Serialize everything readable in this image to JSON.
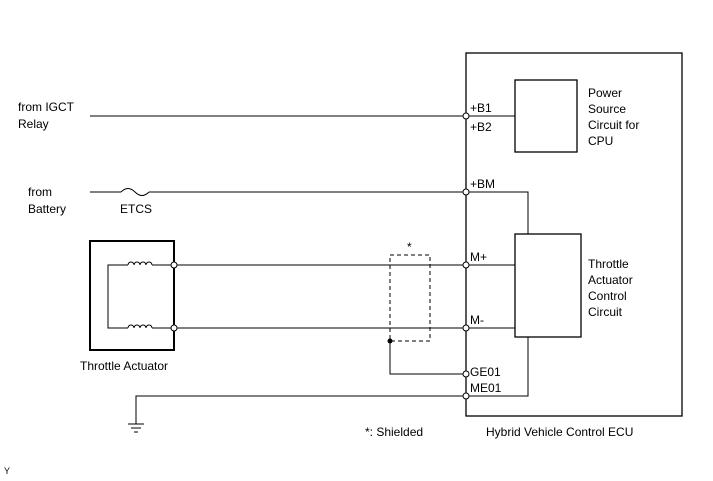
{
  "ecu": {
    "title": "Hybrid Vehicle Control ECU",
    "power_block": [
      "Power",
      "Source",
      "Circuit for",
      "CPU"
    ],
    "throttle_block": [
      "Throttle",
      "Actuator",
      "Control",
      "Circuit"
    ]
  },
  "pins": {
    "b1": "+B1",
    "b2": "+B2",
    "bm": "+BM",
    "mplus": "M+",
    "mminus": "M-",
    "ge01": "GE01",
    "me01": "ME01"
  },
  "sources": {
    "igct": [
      "from IGCT",
      "Relay"
    ],
    "battery": [
      "from",
      "Battery"
    ]
  },
  "fuse": {
    "label": "ETCS"
  },
  "actuator": {
    "label": "Throttle Actuator"
  },
  "shield": {
    "marker": "*",
    "note": "*: Shielded"
  },
  "corner_mark": "Y"
}
